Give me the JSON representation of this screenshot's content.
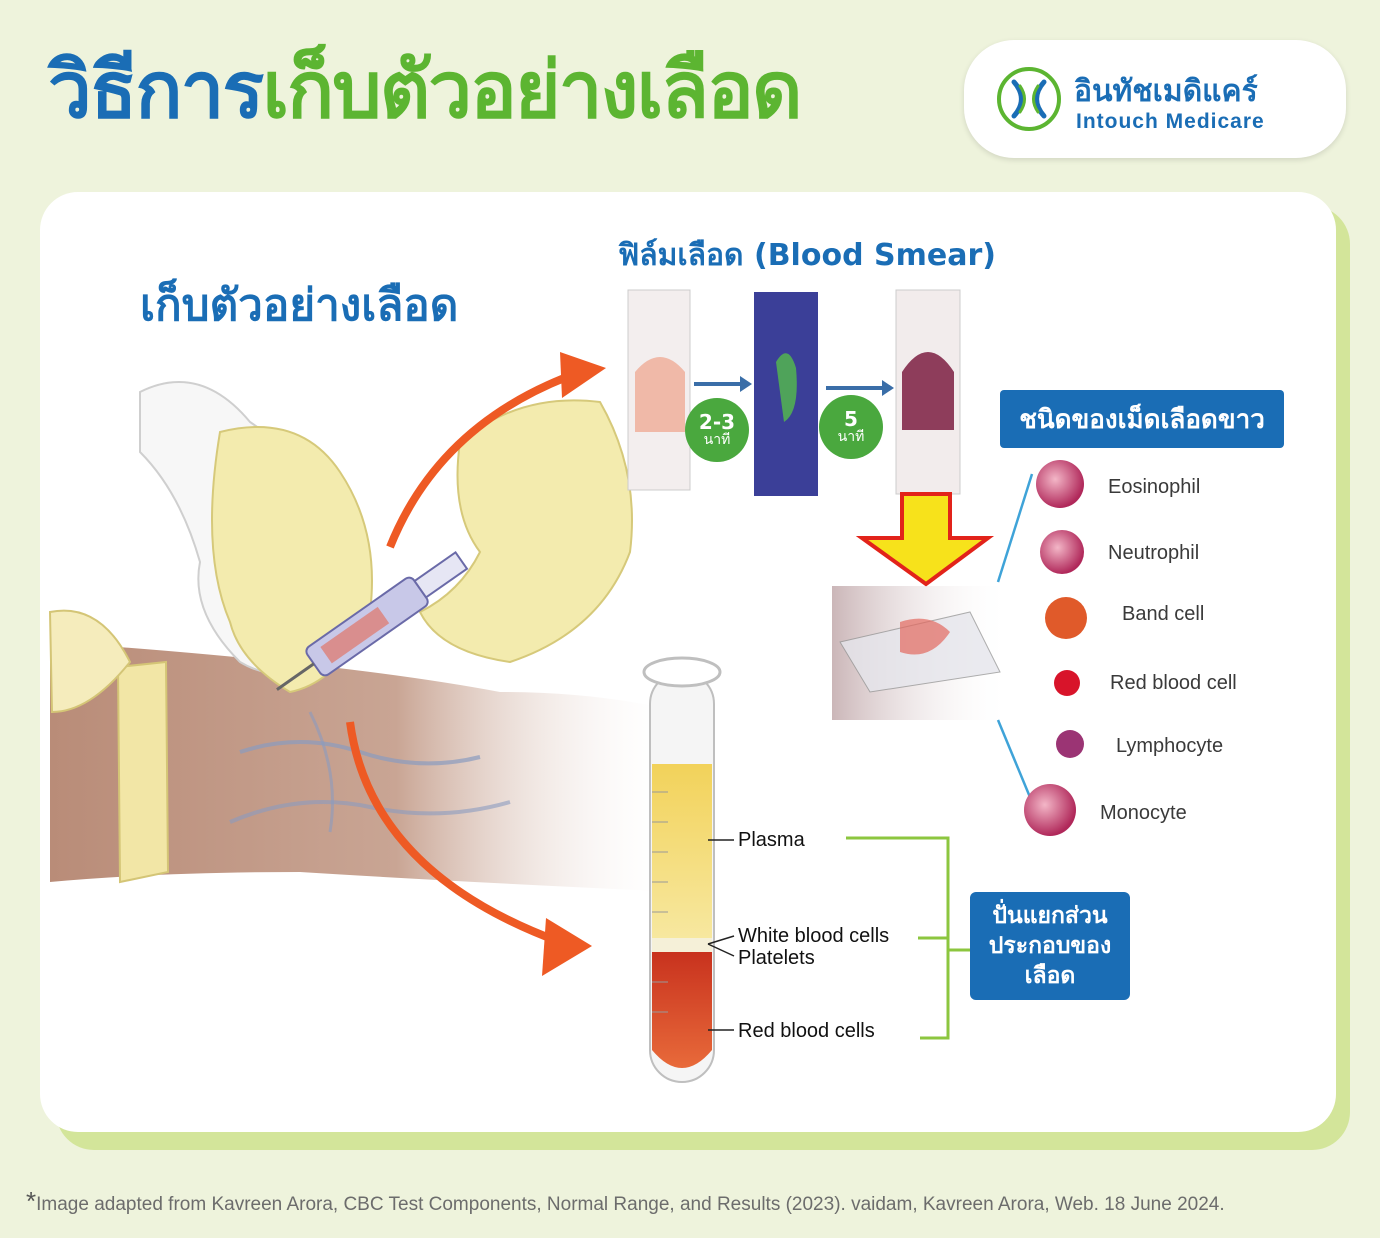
{
  "title": {
    "part1": "วิธีการ",
    "part2": "เก็บตัวอย่างเลือด"
  },
  "logo": {
    "thai": "อินทัชเมดิแคร์",
    "english": "Intouch Medicare"
  },
  "panel": {
    "sub_heading": "เก็บตัวอย่างเลือด",
    "smear_heading": "ฟิล์มเลือด (Blood Smear)",
    "smear_steps": [
      {
        "number": "2-3",
        "unit": "นาที"
      },
      {
        "number": "5",
        "unit": "นาที"
      }
    ],
    "wbc_heading": "ชนิดของเม็ดเลือดขาว",
    "cells": [
      "Eosinophil",
      "Neutrophil",
      "Band cell",
      "Red blood cell",
      "Lymphocyte",
      "Monocyte"
    ],
    "tube_labels": {
      "plasma": "Plasma",
      "wbc": "White blood cells",
      "platelets": "Platelets",
      "rbc": "Red blood cells"
    },
    "separation_badge": [
      "ปั่นแยกส่วน",
      "ประกอบของ",
      "เลือด"
    ]
  },
  "footnote": {
    "star": "*",
    "text": "Image adapted from Kavreen Arora, CBC Test Components, Normal Range, and Results (2023). vaidam, Kavreen Arora, Web. 18 June 2024."
  },
  "colors": {
    "brand_blue": "#1a6db5",
    "brand_green": "#5cb531",
    "arrow_orange": "#ee5a24",
    "bracket_green": "#8cc63f"
  }
}
